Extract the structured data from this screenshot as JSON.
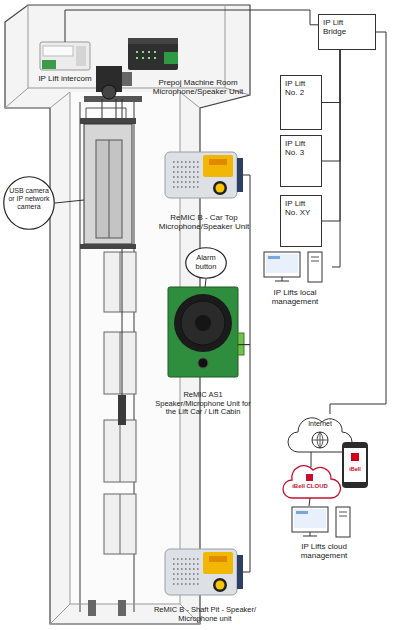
{
  "diagram": {
    "nodes": [
      {
        "text": [
          "IP Lift intercom"
        ]
      },
      {
        "text": [
          "Prepoj Machine Room Microphone/Speaker Unit"
        ]
      },
      {
        "text": [
          "IP Lift Bridge"
        ]
      },
      {
        "text": [
          "IP Lift No. 2"
        ]
      },
      {
        "text": [
          "IP Lift No. 3"
        ]
      },
      {
        "text": [
          "IP Lift No. XY"
        ]
      },
      {
        "text": [
          "USB camera or IP network camera"
        ]
      },
      {
        "text": [
          "ReMIC B - Car Top Microphone/Speaker Unit"
        ]
      },
      {
        "text": [
          "Alarm button"
        ]
      },
      {
        "text": [
          "ReMIC AS1 Speaker/Microphone Unit for the Lift Car / Lift Cabin"
        ]
      },
      {
        "text": [
          "IP Lifts local management"
        ]
      },
      {
        "text": [
          "Internet"
        ]
      },
      {
        "text": [
          "iBell"
        ]
      },
      {
        "text": [
          "iBell CLOUD"
        ]
      },
      {
        "text": [
          "IP Lifts cloud management"
        ]
      },
      {
        "text": [
          "ReMIC B - Shaft Pit - Speaker/ Microphone unit"
        ]
      }
    ],
    "edges": [
      {
        "from": 0,
        "to": 2,
        "arrow": "none"
      },
      {
        "from": 2,
        "to": 3,
        "arrow": "none"
      },
      {
        "from": 2,
        "to": 4,
        "arrow": "none"
      },
      {
        "from": 2,
        "to": 5,
        "arrow": "none"
      },
      {
        "from": 2,
        "to": 10,
        "arrow": "none"
      },
      {
        "from": 2,
        "to": 11,
        "arrow": "none"
      },
      {
        "from": 11,
        "to": 13,
        "arrow": "none"
      },
      {
        "from": 13,
        "to": 14,
        "arrow": "none"
      },
      {
        "from": 7,
        "to": 9,
        "arrow": "none"
      },
      {
        "from": 9,
        "to": 15,
        "arrow": "none"
      },
      {
        "from": 8,
        "to": 9,
        "arrow": "none"
      }
    ]
  }
}
